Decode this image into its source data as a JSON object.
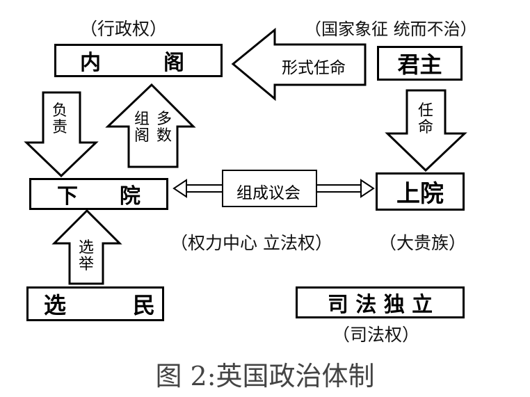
{
  "nodes": {
    "cabinet": {
      "label": "内　　　阁",
      "note": "（行政权）"
    },
    "monarch": {
      "label": "君主",
      "note": "（国家象征 统而不治）"
    },
    "lower_house": {
      "label": "下　　院",
      "note": "（权力中心 立法权）"
    },
    "upper_house": {
      "label": "上院",
      "note": "（大贵族）"
    },
    "voters": {
      "label": "选　　　民"
    },
    "judiciary": {
      "label": "司 法 独 立",
      "note": "（司法权）"
    }
  },
  "edges": {
    "formal_appointment": "形式任命",
    "appoint": "任命",
    "responsible": "负责",
    "majority_party": "多数",
    "organize_cabinet": "组阁",
    "form_parliament": "组成议会",
    "elect": "选举"
  },
  "caption": "图 2:英国政治体制"
}
